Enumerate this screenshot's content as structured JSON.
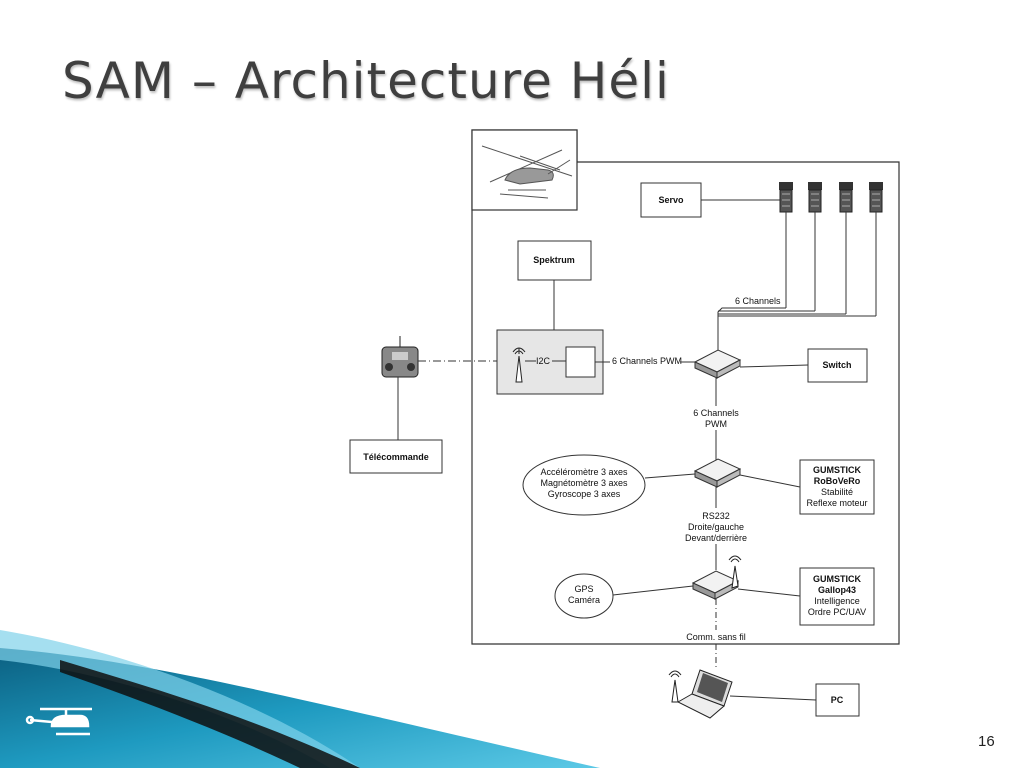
{
  "slide": {
    "title": "SAM – Architecture Héli",
    "page_number": "16"
  },
  "diagram": {
    "helicopter_image_icon": "helicopter-photo",
    "servo": "Servo",
    "spektrum": "Spektrum",
    "i2c": "I2C",
    "six_channels": "6 Channels",
    "six_channels_pwm": "6 Channels PWM",
    "switch": "Switch",
    "pwm_link_line1": "6 Channels",
    "pwm_link_line2": "PWM",
    "telecommande": "Télécommande",
    "sensors": [
      "Accéléromètre 3 axes",
      "Magnétomètre 3 axes",
      "Gyroscope 3 axes"
    ],
    "gumstick1": [
      "GUMSTICK",
      "RoBoVeRo",
      "Stabilité",
      "Reflexe moteur"
    ],
    "rs232": [
      "RS232",
      "Droite/gauche",
      "Devant/derrière"
    ],
    "gps": [
      "GPS",
      "Caméra"
    ],
    "gumstick2": [
      "GUMSTICK",
      "Gallop43",
      "Intelligence",
      "Ordre PC/UAV"
    ],
    "wireless": "Comm. sans fil",
    "pc": "PC"
  },
  "colors": {
    "title": "#3f3f3f",
    "ribbon_dark": "#0d6f8f",
    "ribbon_light": "#3fb6d8",
    "receiver_fill": "#e6e6e6"
  }
}
